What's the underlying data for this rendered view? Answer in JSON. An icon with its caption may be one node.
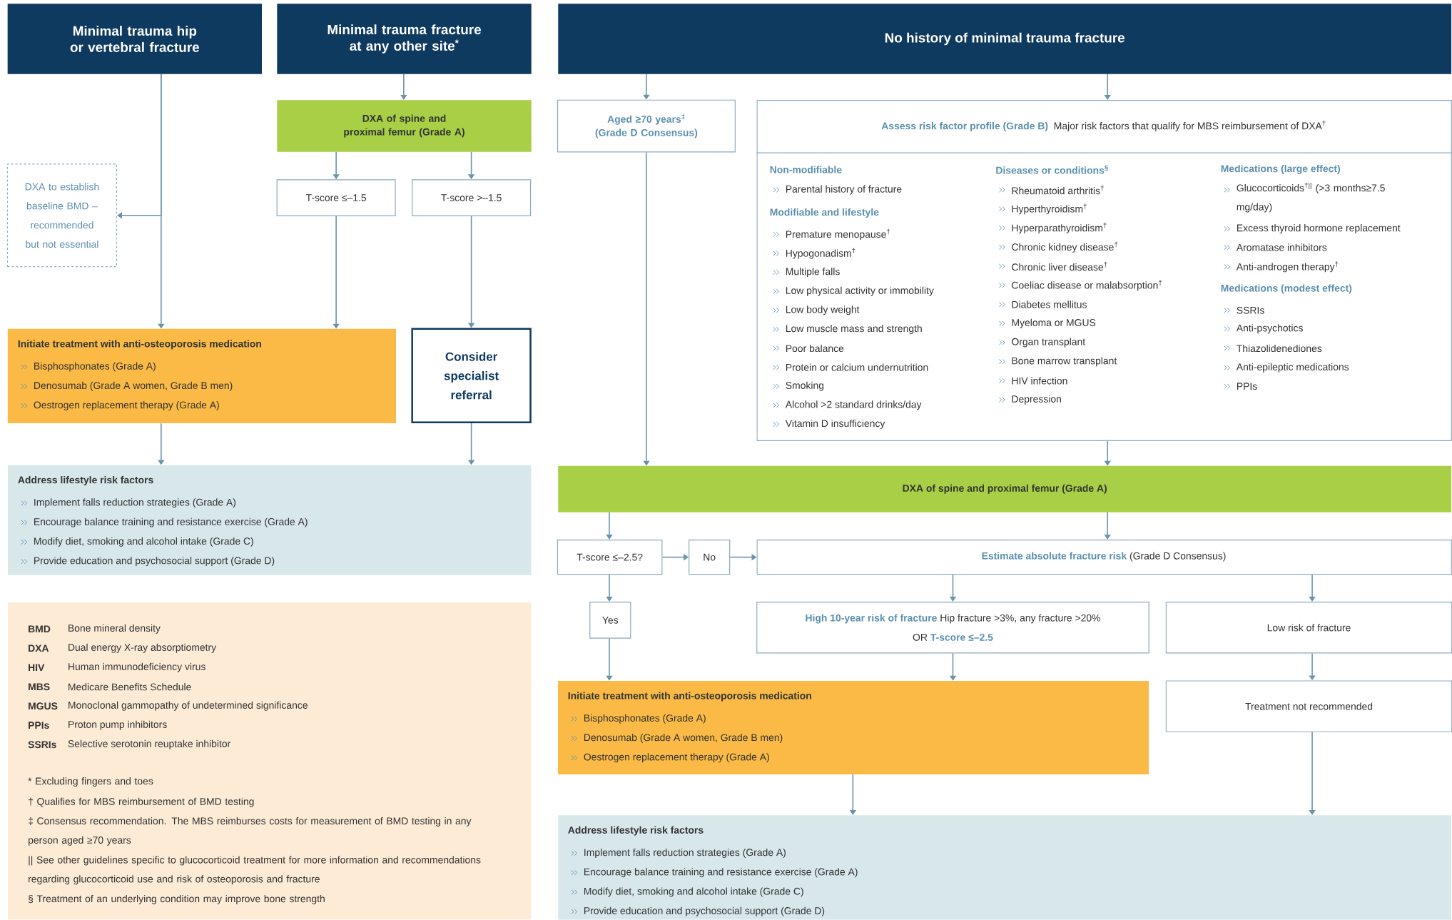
{
  "diagram": {
    "nodes": [
      {
        "text": [
          "Minimal trauma hip or vertebral fracture"
        ]
      },
      {
        "text": [
          "Minimal trauma fracture at any other site$^{*}$"
        ]
      },
      {
        "text": [
          "No history of minimal trauma fracture"
        ]
      },
      {
        "text": [
          "DXA of spine and proximal femur (Grade A)"
        ]
      },
      {
        "text": [
          "DXA to establish baseline BMD – recommended but not essential"
        ]
      },
      {
        "text": [
          "T-score ≤–1.5"
        ]
      },
      {
        "text": [
          "T-score >–1.5"
        ]
      },
      {
        "text": [
          "Initiate treatment with anti-osteoporosis medication",
          "Bisphosphonates (Grade A)",
          "Denosumab (Grade A women, Grade B men)",
          "Oestrogen replacement therapy (Grade A)"
        ]
      },
      {
        "text": [
          "Consider specialist referral"
        ]
      },
      {
        "text": [
          "Address lifestyle risk factors",
          "Implement falls reduction strategies (Grade A)",
          "Encourage balance training and resistance exercise (Grade A)",
          "Modify diet, smoking and alcohol intake (Grade C)",
          "Provide education and psychosocial support (Grade D)"
        ]
      },
      {
        "text": [
          "Aged ≥70 years$^{‡}$ (Grade D Consensus)"
        ]
      },
      {
        "text": [
          "Assess risk factor profile (Grade B)",
          "Major risk factors that qualify for MBS reimbursement of DXA$^{†}$",
          "Non-modifiable",
          "Parental history of fracture",
          "Modifiable and lifestyle",
          "Premature menopause$^{†}$",
          "Hypogonadism$^{†}$",
          "Multiple falls",
          "Low physical activity or immobility",
          "Low body weight",
          "Low muscle mass and strength",
          "Poor balance",
          "Protein or calcium undernutrition",
          "Smoking",
          "Alcohol >2 standard drinks/day",
          "Vitamin D insufficiency",
          "Diseases or conditions$^{§}$",
          "Rheumatoid arthritis$^{†}$",
          "Hyperthyroidism$^{†}$",
          "Hyperparathyroidism$^{†}$",
          "Chronic kidney disease$^{†}$",
          "Chronic liver disease$^{†}$",
          "Coeliac disease or malabsorption$^{†}$",
          "Diabetes mellitus",
          "Myeloma or MGUS",
          "Organ transplant",
          "Bone marrow transplant",
          "HIV infection",
          "Depression",
          "Medications (large effect)",
          "Glucocorticoids$^{†||}$ (>3 months≥7.5 mg/day)",
          "Excess thyroid hormone replacement",
          "Aromatase inhibitors",
          "Anti-androgen therapy$^{†}$",
          "Medications (modest effect)",
          "SSRIs",
          "Anti-psychotics",
          "Thiazolidenediones",
          "Anti-epileptic medications",
          "PPIs"
        ]
      },
      {
        "text": [
          "DXA of spine and proximal femur (Grade A)"
        ]
      },
      {
        "text": [
          "T-score ≤–2.5?"
        ]
      },
      {
        "text": [
          "No"
        ]
      },
      {
        "text": [
          "Estimate absolute fracture risk",
          "(Grade D Consensus)"
        ]
      },
      {
        "text": [
          "Yes"
        ]
      },
      {
        "text": [
          "High 10-year risk of fracture",
          "Hip fracture >3%, any fracture >20%",
          "OR",
          "T-score ≤–2.5"
        ]
      },
      {
        "text": [
          "Low risk of fracture"
        ]
      },
      {
        "text": [
          "Initiate treatment with anti-osteoporosis medication",
          "Bisphosphonates (Grade A)",
          "Denosumab (Grade A women, Grade B men)",
          "Oestrogen replacement therapy (Grade A)"
        ]
      },
      {
        "text": [
          "Treatment not recommended"
        ]
      },
      {
        "text": [
          "Address lifestyle risk factors",
          "Implement falls reduction strategies (Grade A)",
          "Encourage balance training and resistance exercise (Grade A)",
          "Modify diet, smoking and alcohol intake (Grade C)",
          "Provide education and psychosocial support (Grade D)"
        ]
      },
      {
        "text": [
          "BMD",
          "Bone mineral density",
          "DXA",
          "Dual energy X-ray absorptiometry",
          "HIV",
          "Human immunodeficiency virus",
          "MBS",
          "Medicare Benefits Schedule",
          "MGUS",
          "Monoclonal gammopathy of undetermined significance",
          "PPIs",
          "Proton pump inhibitors",
          "SSRIs",
          "Selective serotonin reuptake inhibitor",
          "* Excluding fingers and toes",
          "† Qualifies for MBS reimbursement of BMD testing",
          "‡ Consensus recommendation. The MBS reimburses costs for measurement of BMD testing in any person aged ≥70 years",
          "|| See other guidelines specific to glucocorticoid treatment for more information and recommendations regarding glucocorticoid use and risk of osteoporosis and fracture",
          "§ Treatment of an underlying condition may improve bone strength"
        ]
      }
    ],
    "edges": [
      {
        "from": 0,
        "to": 7,
        "arrow": "to"
      },
      {
        "from": 0,
        "to": 4,
        "arrow": "to"
      },
      {
        "from": 1,
        "to": 3,
        "arrow": "to"
      },
      {
        "from": 3,
        "to": 5,
        "arrow": "to"
      },
      {
        "from": 3,
        "to": 6,
        "arrow": "to"
      },
      {
        "from": 5,
        "to": 7,
        "arrow": "to"
      },
      {
        "from": 6,
        "to": 8,
        "arrow": "to"
      },
      {
        "from": 7,
        "to": 9,
        "arrow": "to"
      },
      {
        "from": 8,
        "to": 9,
        "arrow": "to"
      },
      {
        "from": 2,
        "to": 10,
        "arrow": "to"
      },
      {
        "from": 2,
        "to": 11,
        "arrow": "to"
      },
      {
        "from": 10,
        "to": 12,
        "arrow": "to"
      },
      {
        "from": 11,
        "to": 12,
        "arrow": "to"
      },
      {
        "from": 12,
        "to": 13,
        "arrow": "to"
      },
      {
        "from": 12,
        "to": 15,
        "arrow": "to"
      },
      {
        "from": 13,
        "to": 14,
        "arrow": "to"
      },
      {
        "from": 14,
        "to": 15,
        "arrow": "to"
      },
      {
        "from": 13,
        "to": 16,
        "arrow": "to"
      },
      {
        "from": 15,
        "to": 17,
        "arrow": "to"
      },
      {
        "from": 15,
        "to": 18,
        "arrow": "to"
      },
      {
        "from": 16,
        "to": 19,
        "arrow": "to"
      },
      {
        "from": 17,
        "to": 19,
        "arrow": "to"
      },
      {
        "from": 18,
        "to": 20,
        "arrow": "to"
      },
      {
        "from": 19,
        "to": 21,
        "arrow": "to"
      },
      {
        "from": 20,
        "to": 21,
        "arrow": "to"
      }
    ]
  }
}
